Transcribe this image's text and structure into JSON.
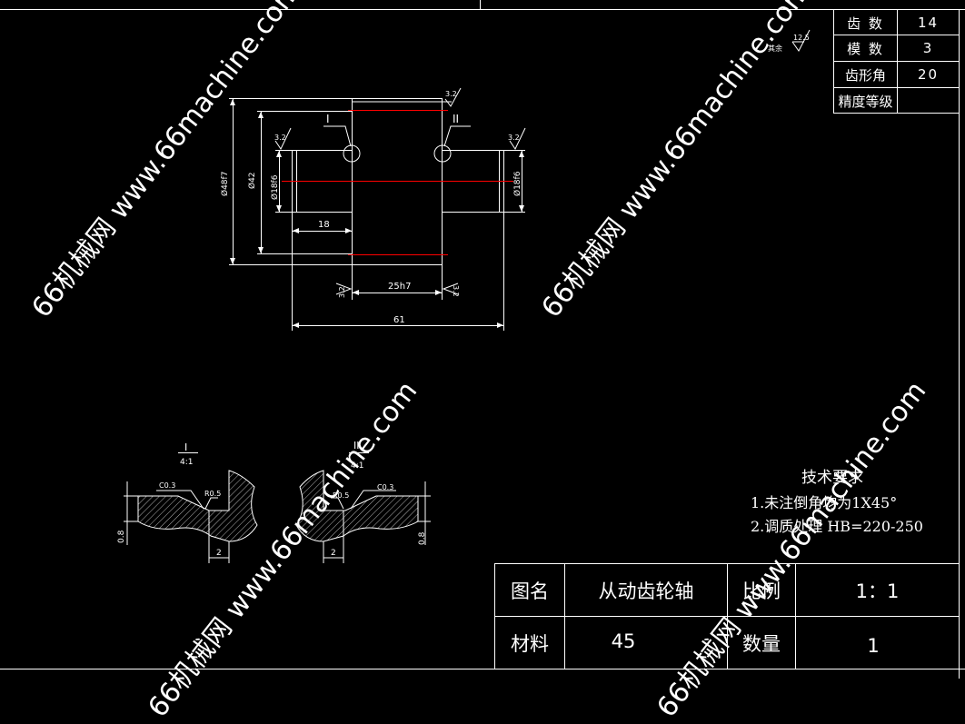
{
  "gear_params": {
    "rows": [
      {
        "label": "齿 数",
        "value": "14"
      },
      {
        "label": "模 数",
        "value": "3"
      },
      {
        "label": "齿形角",
        "value": "20"
      },
      {
        "label": "精度等级",
        "value": ""
      }
    ]
  },
  "roughness": {
    "global": "12.5",
    "other": "其余",
    "surface": "3.2"
  },
  "dimensions": {
    "d48": "Ø48f7",
    "d42": "Ø42",
    "d18_left": "Ø18f6",
    "d18_right": "Ø18f6",
    "len18": "18",
    "len25": "25h7",
    "len61": "61"
  },
  "details": {
    "detail1": {
      "label": "I",
      "scale": "4:1",
      "chamfer": "C0.3",
      "radius": "R0.5",
      "width": "2",
      "height": "0.8"
    },
    "detail2": {
      "label": "II",
      "scale": "4:1",
      "chamfer": "C0.3",
      "radius": "R0.5",
      "width": "2",
      "height": "0.8"
    }
  },
  "requirements": {
    "title": "技术要求",
    "items": [
      "1.未注倒角均为1X45°",
      "2.调质处理 HB=220-250"
    ]
  },
  "title_block": {
    "name_label": "图名",
    "name_value": "从动齿轮轴",
    "scale_label": "比例",
    "scale_value": "1：1",
    "material_label": "材料",
    "material_value": "45",
    "qty_label": "数量",
    "qty_value": "1"
  },
  "watermark": "66机械网 www.66machine.com",
  "colors": {
    "background": "#000000",
    "line": "#ffffff",
    "centerline": "#ff0000"
  }
}
